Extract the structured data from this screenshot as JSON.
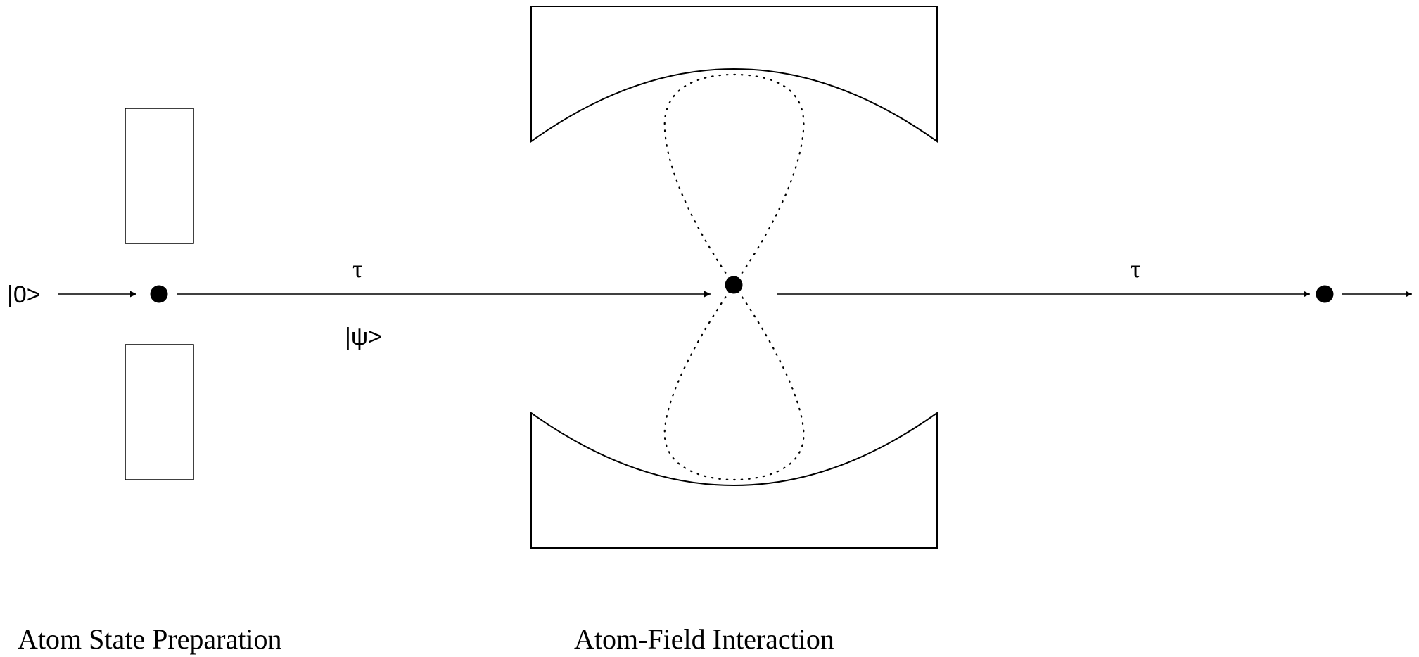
{
  "labels": {
    "initial_state": "|0>",
    "prepared_state": "|ψ>",
    "tau_first": "τ",
    "tau_second": "τ",
    "stage_preparation": "Atom State Preparation",
    "stage_interaction": "Atom-Field Interaction"
  },
  "colors": {
    "line": "#000000",
    "background": "#ffffff"
  }
}
